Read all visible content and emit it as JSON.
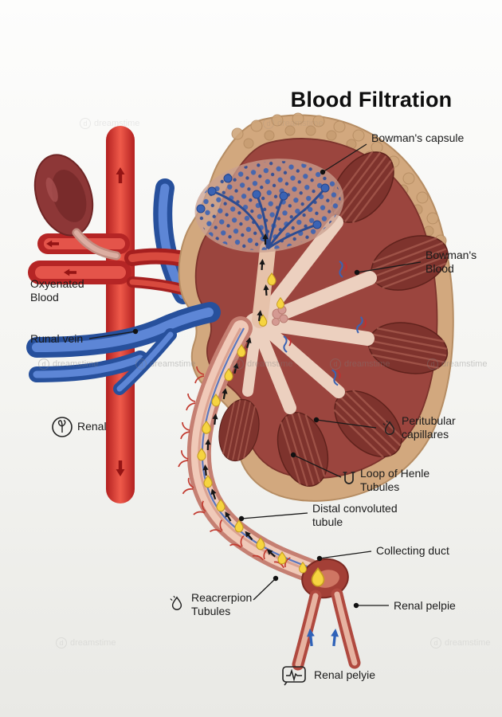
{
  "title": "Blood Filtration",
  "watermark": "dreamstime",
  "labels": {
    "bowmans_capsule": "Bowman's capsule",
    "bowmans_blood": "Bowman's Blood",
    "oxygenated_blood": "Oxyenated Blood",
    "renal_vein": "Runal vein",
    "renal": "Renal",
    "peritubular_capillaries": "Peritubular capillares",
    "loop_of_henle": "Loop of Henle Tubules",
    "distal_convoluted_tubule": "Distal convoluted tubule",
    "collecting_duct": "Collecting duct",
    "reabsorption_tubules": "Reacrerpion Tubules",
    "renal_pelvis_right": "Renal pelpie",
    "renal_pelvis_bottom": "Renal pelyie"
  },
  "colors": {
    "artery_red": "#cc2a2a",
    "vein_blue": "#2f62b8",
    "kidney_dark": "#9b453e",
    "capsule_tan": "#d2a87e",
    "filtrate_yellow": "#f6d440",
    "background": "#f3f3f0",
    "label_text": "#1b1b1b"
  }
}
